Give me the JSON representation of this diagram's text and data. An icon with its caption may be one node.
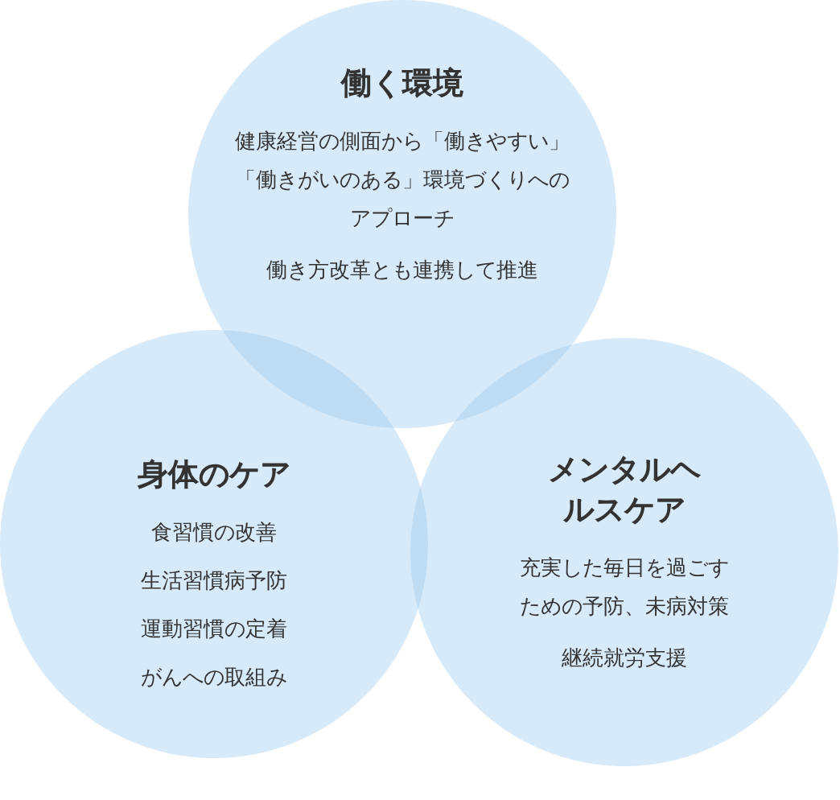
{
  "diagram": {
    "nodes": [
      {
        "text": [
          "働く環境",
          "健康経営の側面から「働きやすい」「働きがいのある」環境づくりへのアプローチ",
          "働き方改革とも連携して推進"
        ]
      },
      {
        "text": [
          "身体のケア",
          "食習慣の改善",
          "生活習慣病予防",
          "運動習慣の定着",
          "がんへの取組み"
        ]
      },
      {
        "text": [
          "メンタルヘルスケア",
          "充実した毎日を過ごすための予防、未病対策",
          "継続就労支援"
        ]
      }
    ],
    "edges": []
  }
}
